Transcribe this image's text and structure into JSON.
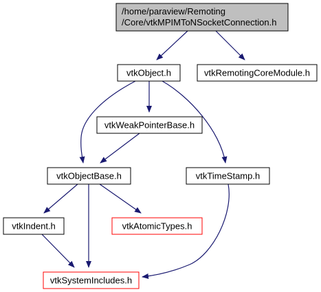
{
  "graph": {
    "nodes": [
      {
        "id": "root",
        "lines": [
          "/home/paraview/Remoting",
          "/Core/vtkMPIMToNSocketConnection.h"
        ],
        "style": "root"
      },
      {
        "id": "vtkObject",
        "lines": [
          "vtkObject.h"
        ],
        "style": "normal"
      },
      {
        "id": "vtkRemotingCoreModule",
        "lines": [
          "vtkRemotingCoreModule.h"
        ],
        "style": "normal"
      },
      {
        "id": "vtkWeakPointerBase",
        "lines": [
          "vtkWeakPointerBase.h"
        ],
        "style": "normal"
      },
      {
        "id": "vtkObjectBase",
        "lines": [
          "vtkObjectBase.h"
        ],
        "style": "normal"
      },
      {
        "id": "vtkTimeStamp",
        "lines": [
          "vtkTimeStamp.h"
        ],
        "style": "normal"
      },
      {
        "id": "vtkIndent",
        "lines": [
          "vtkIndent.h"
        ],
        "style": "normal"
      },
      {
        "id": "vtkAtomicTypes",
        "lines": [
          "vtkAtomicTypes.h"
        ],
        "style": "missing"
      },
      {
        "id": "vtkSystemIncludes",
        "lines": [
          "vtkSystemIncludes.h"
        ],
        "style": "missing"
      }
    ],
    "edges": [
      {
        "from": "root",
        "to": "vtkObject"
      },
      {
        "from": "root",
        "to": "vtkRemotingCoreModule"
      },
      {
        "from": "vtkObject",
        "to": "vtkWeakPointerBase"
      },
      {
        "from": "vtkObject",
        "to": "vtkObjectBase"
      },
      {
        "from": "vtkObject",
        "to": "vtkTimeStamp"
      },
      {
        "from": "vtkWeakPointerBase",
        "to": "vtkObjectBase"
      },
      {
        "from": "vtkObjectBase",
        "to": "vtkIndent"
      },
      {
        "from": "vtkObjectBase",
        "to": "vtkAtomicTypes"
      },
      {
        "from": "vtkObjectBase",
        "to": "vtkSystemIncludes"
      },
      {
        "from": "vtkTimeStamp",
        "to": "vtkSystemIncludes"
      },
      {
        "from": "vtkIndent",
        "to": "vtkSystemIncludes"
      }
    ],
    "colors": {
      "root_fill": "#bfbfbf",
      "root_stroke": "#000000",
      "node_fill": "#ffffff",
      "node_stroke": "#000000",
      "missing_stroke": "#ff0000",
      "edge": "#191970"
    }
  }
}
